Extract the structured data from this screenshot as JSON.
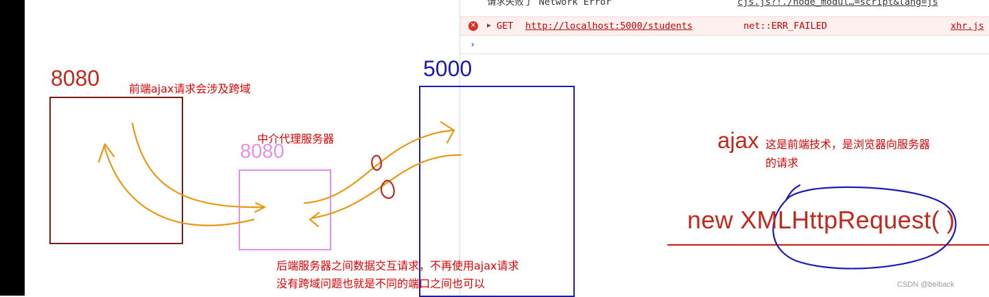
{
  "console": {
    "warning_message": "请求失败了 Network Error",
    "warning_source": "cjs.js?!./node_modul…=script&lang=js",
    "error_icon": "error-circle-icon",
    "error_method": "GET",
    "error_url": "http://localhost:5000/students",
    "error_status": "net::ERR_FAILED",
    "error_source": "xhr.js",
    "prompt_glyph": "›"
  },
  "diagram": {
    "client_port": "8080",
    "client_note": "前端ajax请求会涉及跨域",
    "proxy_title": "中介代理服务器",
    "proxy_port": "8080",
    "server_port": "5000",
    "backend_note_line1": "后端服务器之间数据交互请求，不再使用ajax请求",
    "backend_note_line2": "没有跨域问题也就是不同的端口之间也可以"
  },
  "ajax_panel": {
    "keyword": "ajax",
    "description_line1": "这是前端技术，是浏览器向服务器",
    "description_line2": "的请求",
    "code": "new XMLHttpRequest( )"
  },
  "watermark": "CSDN @beiback",
  "colors": {
    "red_ink": "#c0281c",
    "annotation_red": "#e00000",
    "orange_arrows": "#e8970e",
    "proxy_pink": "#e78fe8",
    "server_blue": "#1b1ba8",
    "circle_blue": "#1a1ab8",
    "box_client": "#7a1a10"
  }
}
